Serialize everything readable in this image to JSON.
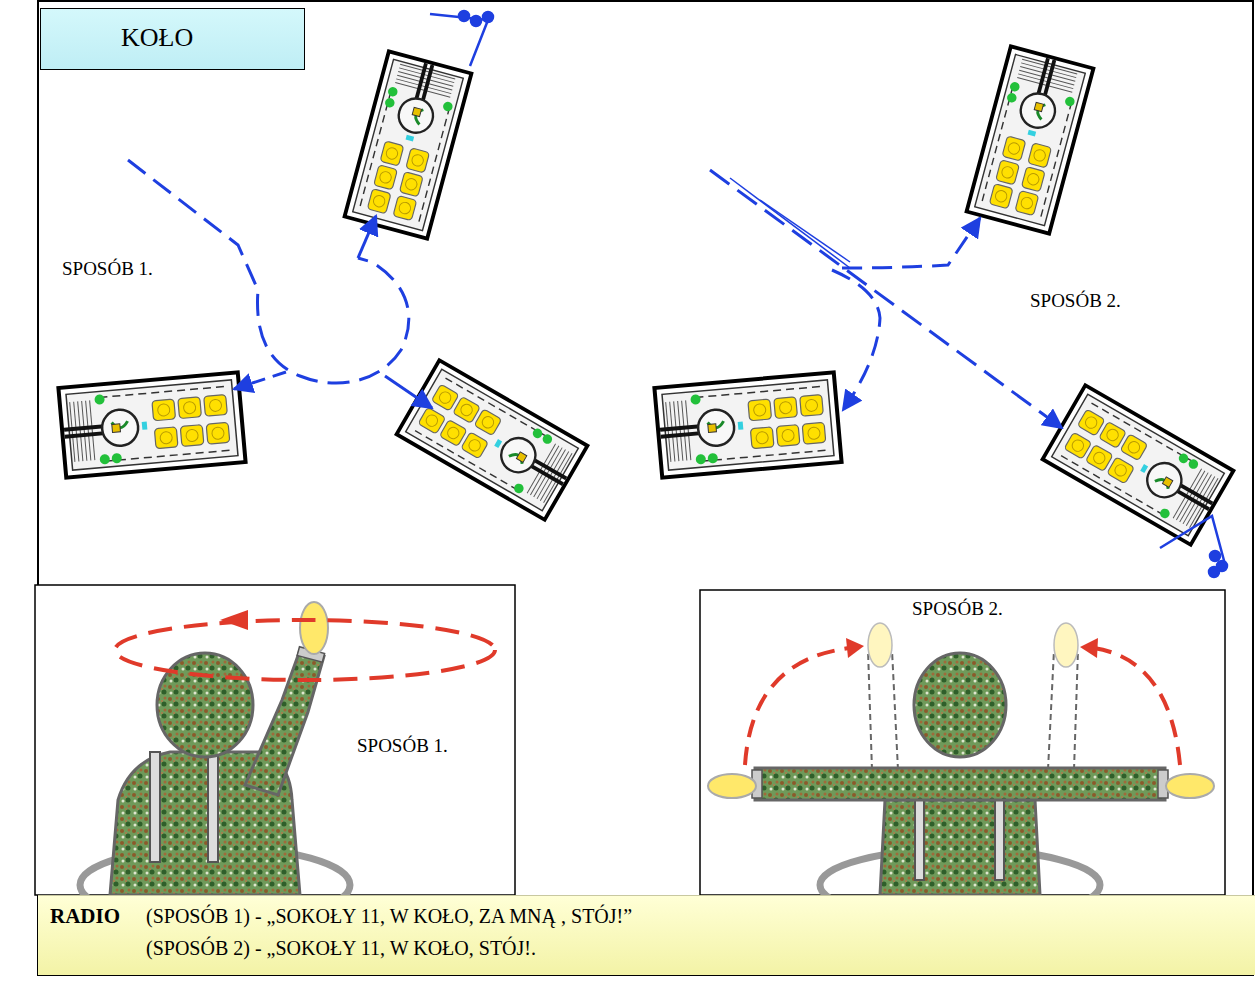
{
  "diagram": {
    "nodes": [
      {
        "text": [
          "KOŁO"
        ]
      },
      {
        "text": [
          "SPOSÓB 1."
        ]
      },
      {
        "text": [
          "SPOSÓB 2."
        ]
      },
      {
        "text": [
          "RADIO",
          "(SPOSÓB 1) - „SOKOŁY 11, W KOŁO, ZA MNĄ , STÓJ!”",
          "(SPOSÓB 2) - „SOKOŁY 11, W KOŁO, STÓJ!."
        ]
      }
    ],
    "labels": [
      "SPOSÓB 1.",
      "SPOSÓB 2."
    ]
  }
}
